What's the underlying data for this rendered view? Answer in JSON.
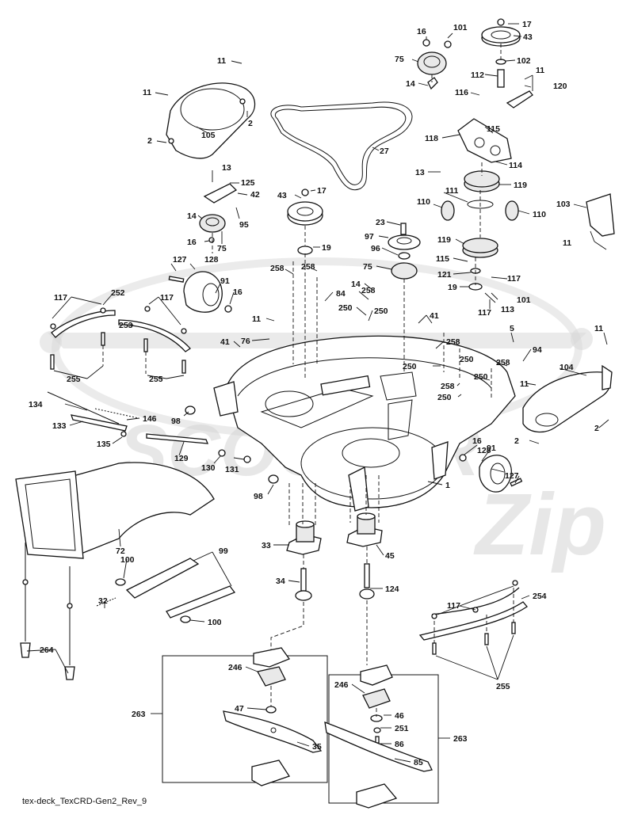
{
  "caption": "tex-deck_TexCRD-Gen2_Rev_9",
  "watermark": {
    "brand": "SCOOTER",
    "tag": "Zip"
  },
  "callouts": {
    "c17a": "17",
    "c43a": "43",
    "c16a": "16",
    "c101a": "101",
    "c75a": "75",
    "c102": "102",
    "c112": "112",
    "c11a": "11",
    "c120": "120",
    "c14a": "14",
    "c116": "116",
    "c115a": "115",
    "c118": "118",
    "c114": "114",
    "c13a": "13",
    "c119a": "119",
    "c111": "111",
    "c110a": "110",
    "c110b": "110",
    "c103": "103",
    "c11b": "11",
    "c11c": "11",
    "c11d": "11",
    "c105": "105",
    "c2a": "2",
    "c2b": "2",
    "c27": "27",
    "c13b": "13",
    "c125": "125",
    "c42": "42",
    "c14b": "14",
    "c95": "95",
    "c16b": "16",
    "c75b": "75",
    "c43b": "43",
    "c17b": "17",
    "c19a": "19",
    "c23": "23",
    "c97": "97",
    "c96": "96",
    "c75c": "75",
    "c119b": "119",
    "c115b": "115",
    "c121": "121",
    "c117a": "117",
    "c19b": "19",
    "c113": "113",
    "c101b": "101",
    "c117b": "117",
    "c11e": "11",
    "c127a": "127",
    "c128a": "128",
    "c91a": "91",
    "c16c": "16",
    "c258a": "258",
    "c258b": "258",
    "c84": "84",
    "c14c": "14",
    "c258c": "258",
    "c250a": "250",
    "c250b": "250",
    "c11f": "11",
    "c41a": "41",
    "c76": "76",
    "c41b": "41",
    "c117c": "117",
    "c252": "252",
    "c117d": "117",
    "c253": "253",
    "c255a": "255",
    "c255b": "255",
    "c258d": "258",
    "c250c": "250",
    "c250d": "250",
    "c5": "5",
    "c94": "94",
    "c258e": "258",
    "c250e": "250",
    "c258f": "258",
    "c250f": "250",
    "c104": "104",
    "c11g": "11",
    "c2c": "2",
    "c2d": "2",
    "c134": "134",
    "c146": "146",
    "c133": "133",
    "c98a": "98",
    "c135": "135",
    "c129": "129",
    "c130": "130",
    "c131": "131",
    "c16d": "16",
    "c91b": "91",
    "c128b": "128",
    "c127b": "127",
    "c1": "1",
    "c98b": "98",
    "c72": "72",
    "c33": "33",
    "c45": "45",
    "c99": "99",
    "c100a": "100",
    "c34": "34",
    "c124": "124",
    "c32": "32",
    "c100b": "100",
    "c117e": "117",
    "c254": "254",
    "c255c": "255",
    "c264": "264",
    "c246a": "246",
    "c246b": "246",
    "c263a": "263",
    "c263b": "263",
    "c47": "47",
    "c46": "46",
    "c251": "251",
    "c35": "35",
    "c86": "86",
    "c85": "85"
  }
}
